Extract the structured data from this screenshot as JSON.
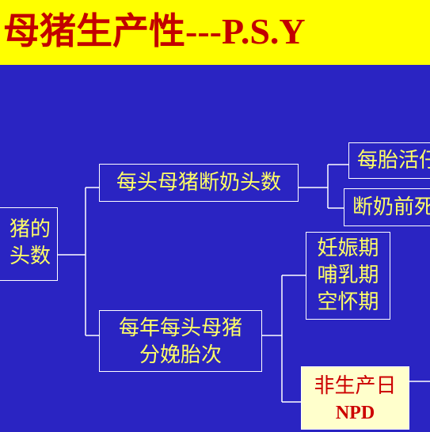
{
  "title": {
    "chinese": "母猪生产性",
    "latin": "---P.S.Y"
  },
  "root": {
    "line1": "猪的",
    "line2": "头数"
  },
  "branch_weaned": {
    "label": "每头母猪断奶头数"
  },
  "branch_litters": {
    "line1": "每年每头母猪",
    "line2": "分娩胎次"
  },
  "leaf_live_born": {
    "label": "每胎活仔"
  },
  "leaf_preweaning": {
    "label": "断奶前死"
  },
  "phases": {
    "line1": "妊娠期",
    "line2": "哺乳期",
    "line3": "空怀期"
  },
  "npd": {
    "line1": "非生产日",
    "line2": "NPD"
  },
  "colors": {
    "background": "#2a24c2",
    "banner": "#ffff00",
    "title_text": "#c20000",
    "box_text": "#ffff66",
    "npd_fill": "#ffffcc",
    "npd_text": "#cc0000",
    "lines": "#ffffff"
  }
}
